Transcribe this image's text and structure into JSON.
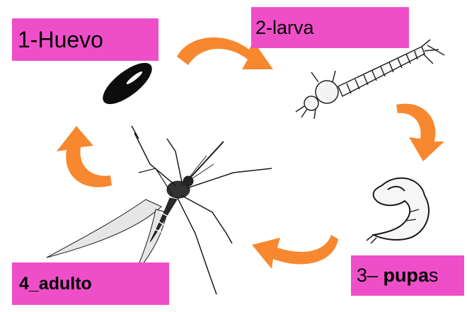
{
  "labels": {
    "egg": "1-Huevo",
    "larva": "2-larva",
    "pupa_num": "3– ",
    "pupa_bold": "pupa",
    "pupa_tail": "s",
    "adult": "4_adulto"
  },
  "colors": {
    "label_bg": "#ee4fc8",
    "arrow": "#f7882f",
    "ink": "#111111"
  },
  "icons": [
    "egg-icon",
    "larva-icon",
    "pupa-icon",
    "mosquito-icon",
    "cycle-arrow-icon"
  ]
}
